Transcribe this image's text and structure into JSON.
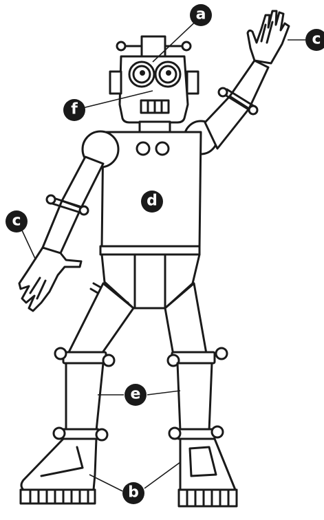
{
  "labels": {
    "a": "a",
    "b": "b",
    "c_left": "c",
    "c_right": "c",
    "d": "d",
    "e": "e",
    "f": "f"
  },
  "colors": {
    "ink": "#1a1a1a",
    "paper": "#ffffff",
    "badge_text": "#ffffff"
  }
}
